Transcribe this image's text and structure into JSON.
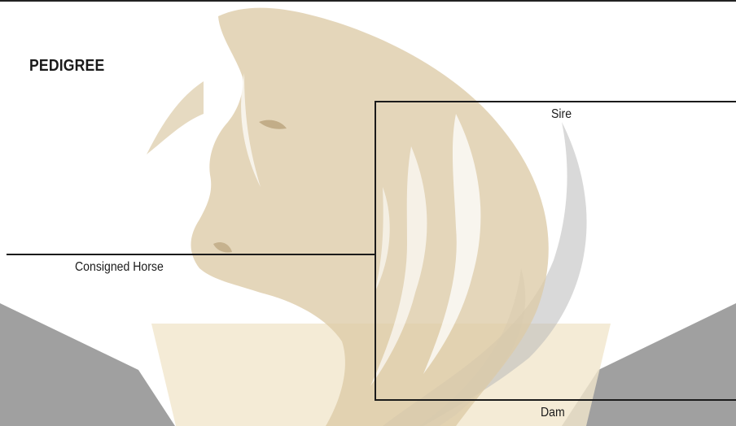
{
  "pedigree": {
    "heading": "PEDIGREE",
    "consigned_label": "Consigned Horse",
    "sire_label": "Sire",
    "dam_label": "Dam"
  },
  "colors": {
    "watermark_tan": "#dccaa7",
    "watermark_gray": "#8f8f8f",
    "line": "#1b1b1b"
  },
  "watermark": {
    "icon": "arabian-horse-head-logo"
  }
}
